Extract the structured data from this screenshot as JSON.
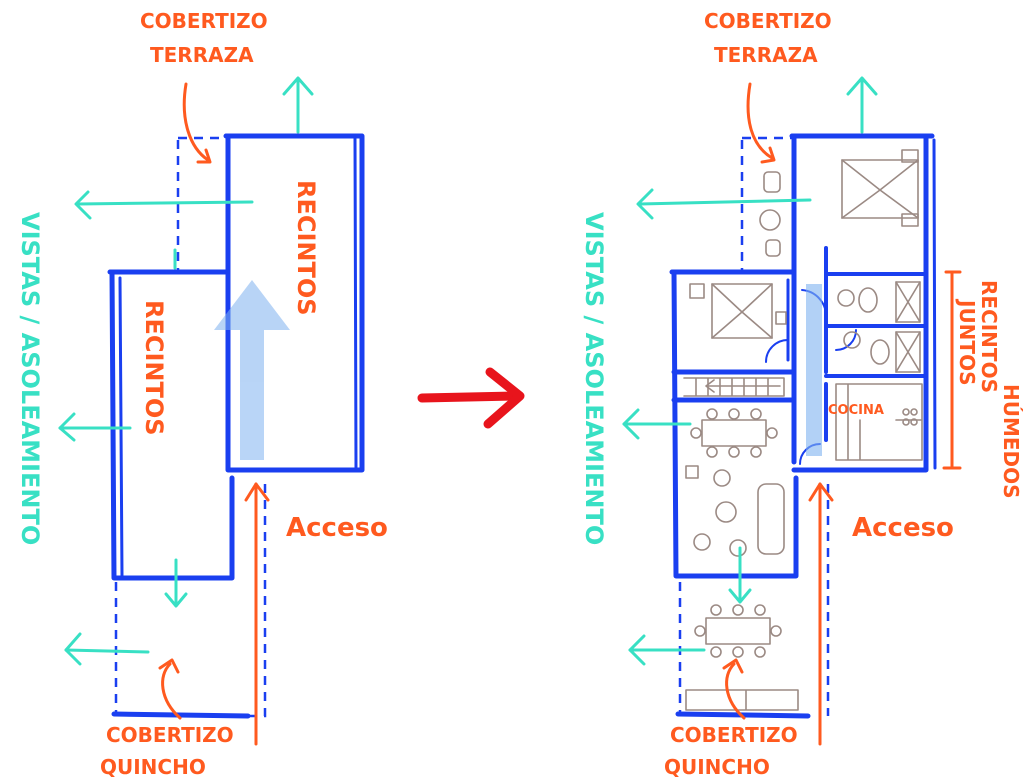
{
  "left_diagram": {
    "label_top": [
      "COBERTIZO",
      "TERRAZA"
    ],
    "label_bottom": [
      "COBERTIZO",
      "QUINCHO"
    ],
    "label_left_block": "RECINTOS",
    "label_right_block": "RECINTOS",
    "label_access": "Acceso",
    "label_views": "VISTAS / ASOLEAMIENTO"
  },
  "right_diagram": {
    "label_top": [
      "COBERTIZO",
      "TERRAZA"
    ],
    "label_bottom": [
      "COBERTIZO",
      "QUINCHO"
    ],
    "label_kitchen": "COCINA",
    "label_wet": [
      "RECINTOS",
      "HÚMEDOS",
      "JUNTOS"
    ],
    "label_access": "Acceso",
    "label_views": "VISTAS / ASOLEAMIENTO"
  },
  "colors": {
    "walls": "#1a3ff0",
    "views_arrows": "#38e0c4",
    "labels": "#ff5a1f",
    "transition_arrow": "#e8141c",
    "circulation": "#7fb2f0",
    "furniture": "#9b8a84"
  }
}
